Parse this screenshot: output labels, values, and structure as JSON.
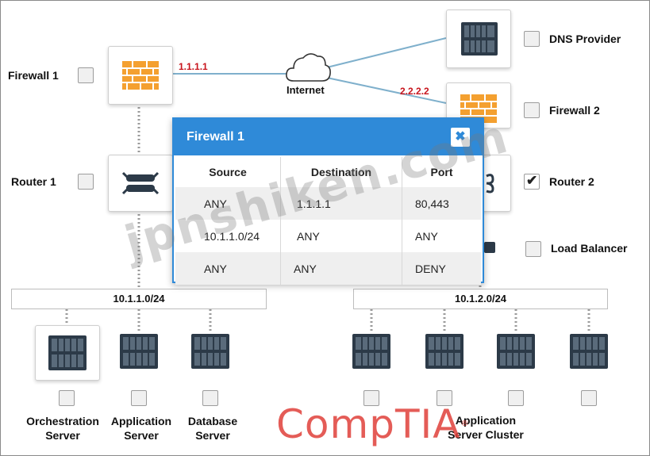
{
  "devices": {
    "firewall1": {
      "label": "Firewall 1",
      "ip": "1.1.1.1"
    },
    "internet": {
      "label": "Internet"
    },
    "dns": {
      "label": "DNS Provider"
    },
    "firewall2": {
      "label": "Firewall 2",
      "ip": "2.2.2.2"
    },
    "router1": {
      "label": "Router 1"
    },
    "router2": {
      "label": "Router 2",
      "checked": true
    },
    "load_balancer": {
      "label": "Load Balancer"
    }
  },
  "networks": {
    "left": "10.1.1.0/24",
    "right": "10.1.2.0/24"
  },
  "servers": {
    "orchestration": [
      "Orchestration",
      "Server"
    ],
    "application": [
      "Application",
      "Server"
    ],
    "database": [
      "Database",
      "Server"
    ],
    "cluster": [
      "Application",
      "Server Cluster"
    ]
  },
  "popup": {
    "title": "Firewall 1",
    "close_glyph": "✖",
    "columns": [
      "Source",
      "Destination",
      "Port"
    ],
    "rows": [
      [
        "ANY",
        "1.1.1.1",
        "80,443"
      ],
      [
        "10.1.1.0/24",
        "ANY",
        "ANY"
      ],
      [
        "ANY",
        "ANY",
        "DENY"
      ]
    ]
  },
  "watermark": "jpnshiken.com",
  "logo": {
    "text": "CompTIA",
    "mark": "®"
  },
  "colors": {
    "popup_blue": "#2f8ad8",
    "firewall_orange": "#f4a030",
    "ip_red": "#c8141c",
    "logo_red": "#e0403a"
  },
  "icons": {
    "firewall": "firewall-icon",
    "server": "server-icon",
    "router": "router-icon",
    "cloud": "cloud-icon"
  }
}
